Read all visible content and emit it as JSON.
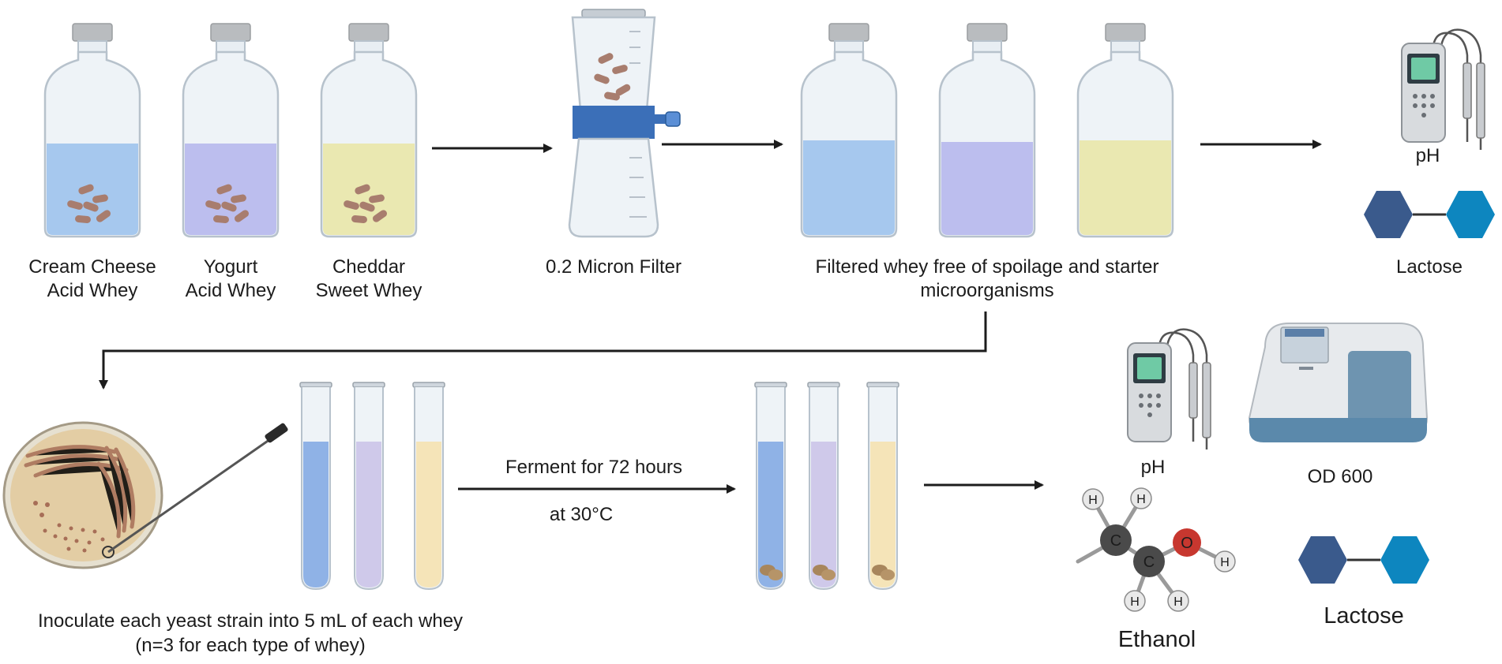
{
  "labels": {
    "cream_cheese_1": "Cream Cheese",
    "cream_cheese_2": "Acid Whey",
    "yogurt_1": "Yogurt",
    "yogurt_2": "Acid Whey",
    "cheddar_1": "Cheddar",
    "cheddar_2": "Sweet Whey",
    "filter": "0.2 Micron Filter",
    "filtered_1": "Filtered whey free of spoilage and starter",
    "filtered_2": "microorganisms",
    "ph_top": "pH",
    "lactose_top": "Lactose",
    "inoculate_1": "Inoculate each yeast strain into 5 mL of each whey",
    "inoculate_2": "(n=3 for each type of whey)",
    "ferment_1": "Ferment for 72 hours",
    "ferment_2": "at 30°C",
    "ph_bottom": "pH",
    "od": "OD 600",
    "ethanol": "Ethanol",
    "lactose_bottom": "Lactose"
  },
  "atoms": {
    "carbon": "C",
    "oxygen": "O",
    "hydrogen": "H"
  },
  "colors": {
    "blue_liquid": "#9dc3ec",
    "purple_liquid": "#b6b8ec",
    "yellow_liquid": "#e9e7a8",
    "tube_blue": "#8fb2e6",
    "tube_purple": "#cfc9ea",
    "tube_yellow": "#f5e4b8",
    "bacteria": "#a87d6e",
    "lactose_dark": "#3a5a8c",
    "lactose_light": "#0d86bf",
    "arrow": "#1c1c1c",
    "filter_band": "#3b6fb8",
    "oxygen": "#c7372f",
    "carbon": "#4a4a4a"
  }
}
